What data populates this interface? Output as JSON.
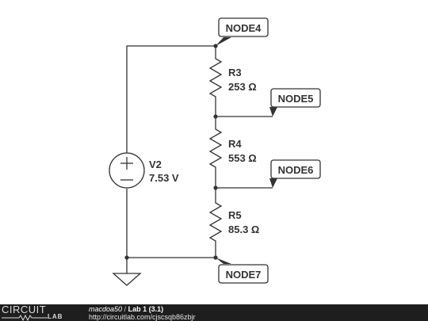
{
  "circuit": {
    "source": {
      "name": "V2",
      "value": "7.53 V"
    },
    "resistors": [
      {
        "name": "R3",
        "value": "253 Ω"
      },
      {
        "name": "R4",
        "value": "553 Ω"
      },
      {
        "name": "R5",
        "value": "85.3 Ω"
      }
    ],
    "nodes": [
      "NODE4",
      "NODE5",
      "NODE6",
      "NODE7"
    ]
  },
  "footer": {
    "logo_top": "CIRCUIT",
    "logo_bottom": "LAB",
    "user": "macdoa50",
    "separator": "/",
    "project": "Lab 1 (3.1)",
    "url": "http://circuitlab.com/cjscsqb86zbjr"
  }
}
